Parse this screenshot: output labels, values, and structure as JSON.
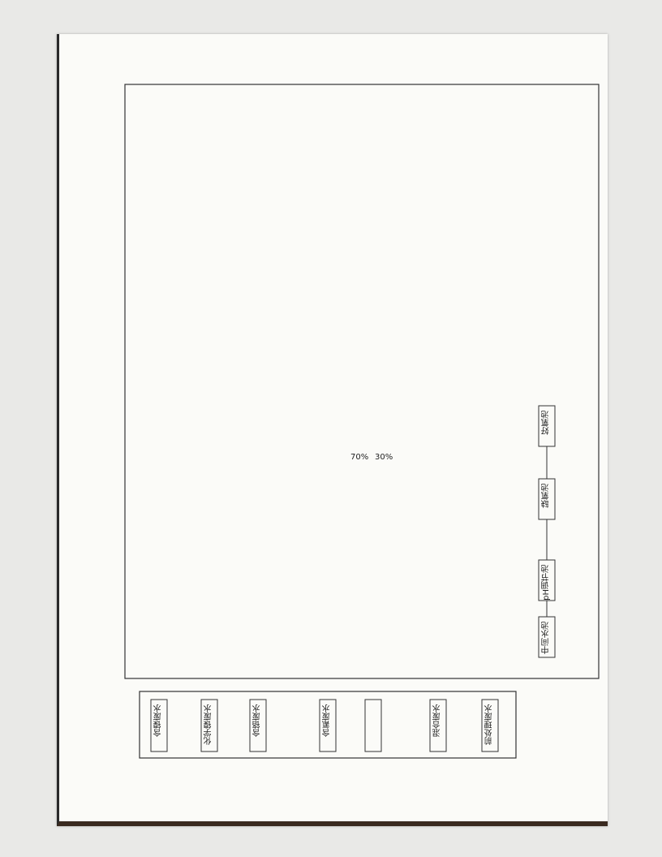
{
  "sources": [
    "含镍废水",
    "化学镍废水",
    "含铬废水",
    "含氰废水",
    "混合废水",
    "前处理废水"
  ],
  "split": {
    "a": "70%",
    "b": "30%"
  },
  "treatment_chain": [
    "中间水池",
    "pH调节池",
    "缺氧池",
    "好氧池"
  ]
}
